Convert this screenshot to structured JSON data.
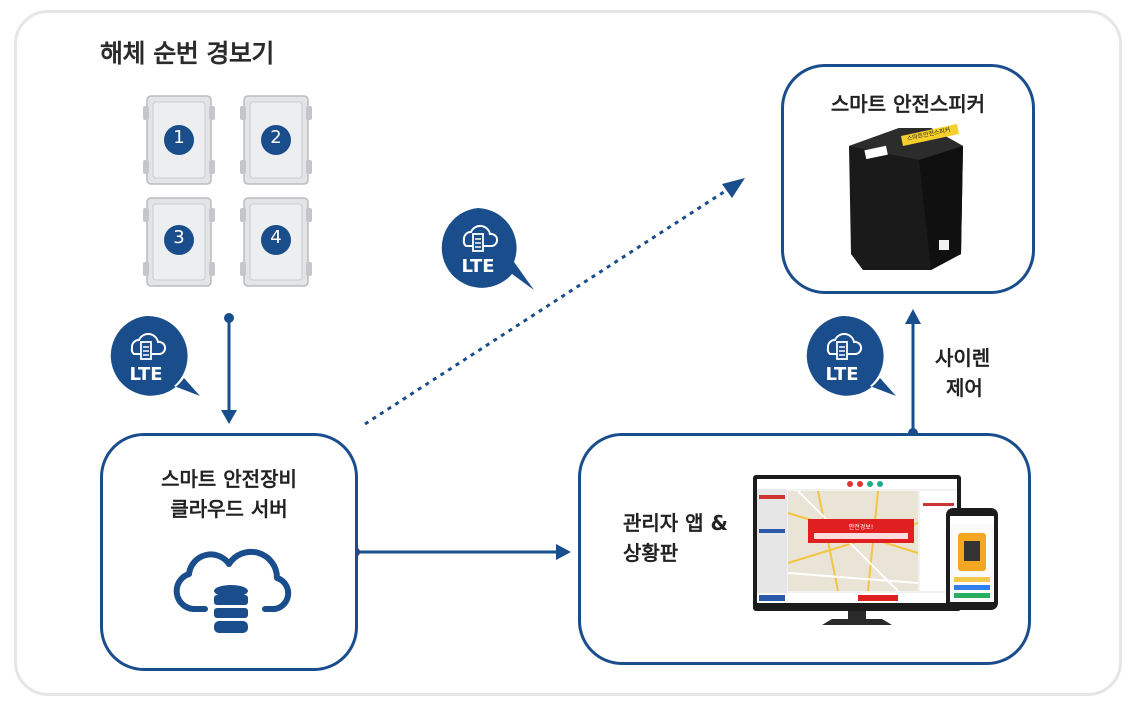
{
  "title": "해체 순번 경보기",
  "alarms": [
    "1",
    "2",
    "3",
    "4"
  ],
  "lte_label": "LTE",
  "server": {
    "line1": "스마트 안전장비",
    "line2": "클라우드 서버"
  },
  "speaker": {
    "title": "스마트 안전스피커",
    "sticker": "스마트안전스피커"
  },
  "dashboard": {
    "line1": "관리자 앱 &",
    "line2": "상황판",
    "alert_title": "안전경보!"
  },
  "siren": {
    "line1": "사이렌",
    "line2": "제어"
  },
  "colors": {
    "primary": "#1a4d8c",
    "frame": "#e6e6e6"
  }
}
